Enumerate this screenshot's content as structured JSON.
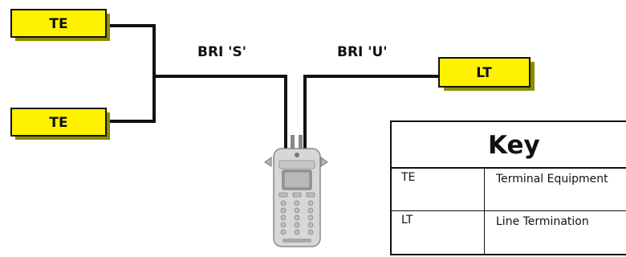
{
  "nodes": {
    "te_top": {
      "label": "TE"
    },
    "te_bottom": {
      "label": "TE"
    },
    "lt": {
      "label": "LT"
    }
  },
  "links": {
    "bri_s": "BRI 'S'",
    "bri_u": "BRI 'U'"
  },
  "key": {
    "title": "Key",
    "rows": [
      {
        "abbr": "TE",
        "desc": "Terminal Equipment"
      },
      {
        "abbr": "LT",
        "desc": "Line Termination"
      }
    ]
  },
  "colors": {
    "node_fill": "#fff200",
    "line": "#111111",
    "device_body": "#d7d7d7"
  }
}
